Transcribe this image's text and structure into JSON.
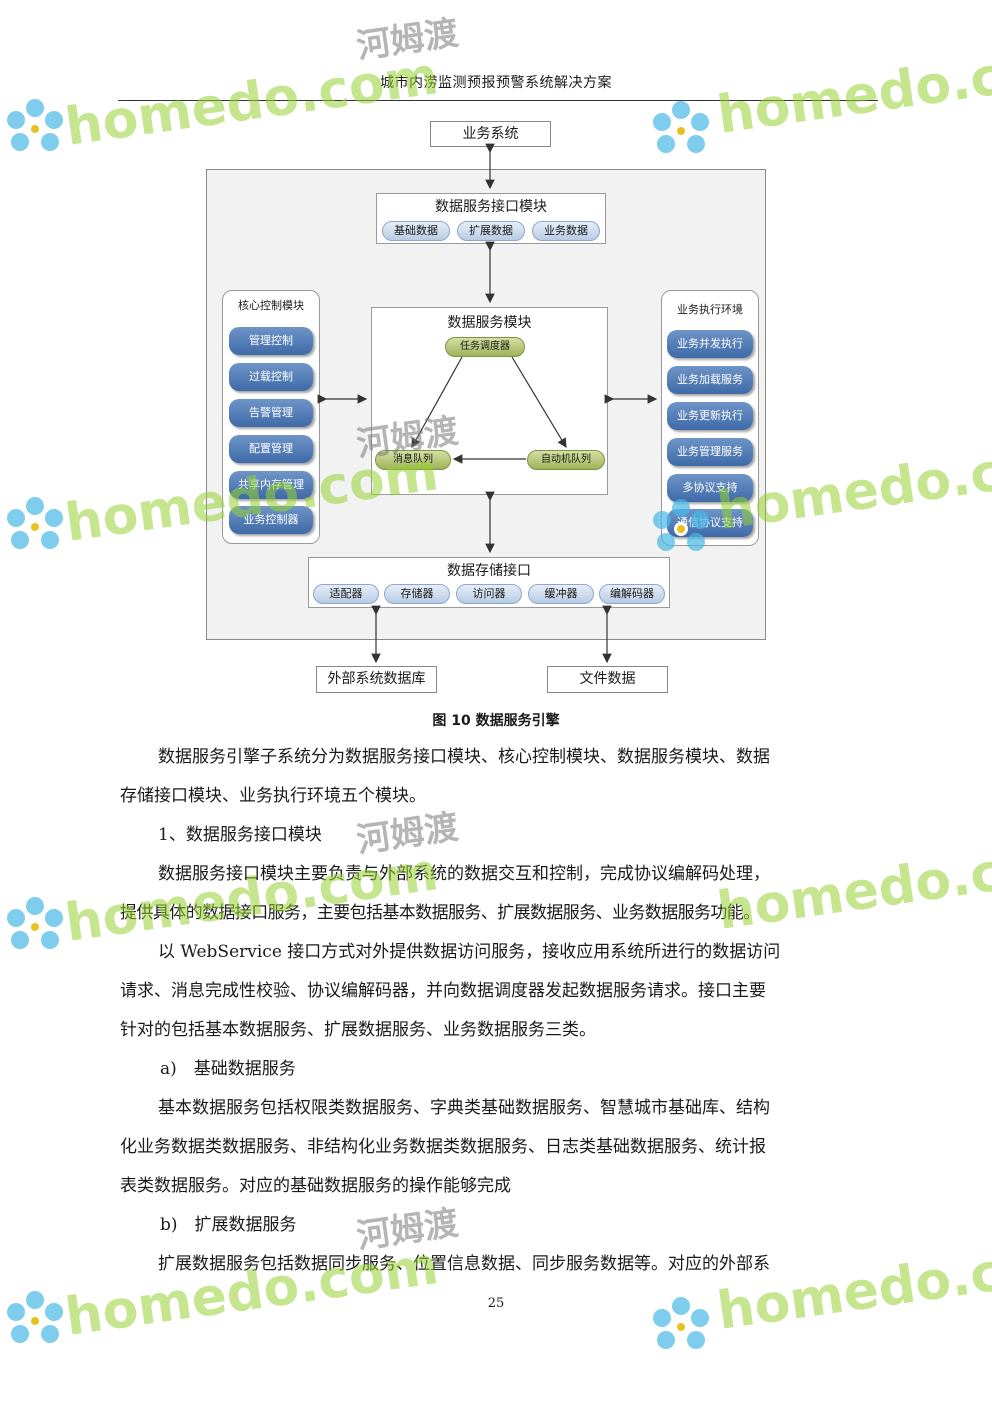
{
  "header": {
    "title": "城市内涝监测预报预警系统解决方案"
  },
  "diagram": {
    "top_box": "业务系统",
    "interface_module": {
      "title": "数据服务接口模块",
      "items": [
        "基础数据",
        "扩展数据",
        "业务数据"
      ]
    },
    "core_control": {
      "title": "核心控制模块",
      "items": [
        "管理控制",
        "过载控制",
        "告警管理",
        "配置管理",
        "共享内存管理",
        "业务控制器"
      ]
    },
    "data_service": {
      "title": "数据服务模块",
      "nodes": [
        "任务调度器",
        "消息队列",
        "自动机队列"
      ]
    },
    "exec_env": {
      "title": "业务执行环境",
      "items": [
        "业务并发执行",
        "业务加载服务",
        "业务更新执行",
        "业务管理服务",
        "多协议支持",
        "通信协议支持"
      ]
    },
    "storage_interface": {
      "title": "数据存储接口",
      "items": [
        "适配器",
        "存储器",
        "访问器",
        "缓冲器",
        "编解码器"
      ]
    },
    "bottom_left": "外部系统数据库",
    "bottom_right": "文件数据"
  },
  "caption": "图 10 数据服务引擎",
  "body": {
    "p1_l1": "数据服务引擎子系统分为数据服务接口模块、核心控制模块、数据服务模块、数据",
    "p1_l2": "存储接口模块、业务执行环境五个模块。",
    "h1": "1、数据服务接口模块",
    "p2_l1": "数据服务接口模块主要负责与外部系统的数据交互和控制，完成协议编解码处理，",
    "p2_l2": "提供具体的数据接口服务，主要包括基本数据服务、扩展数据服务、业务数据服务功能。",
    "p3_l1": "以 WebService 接口方式对外提供数据访问服务，接收应用系统所进行的数据访问",
    "p3_l2": "请求、消息完成性校验、协议编解码器，并向数据调度器发起数据服务请求。接口主要",
    "p3_l3": "针对的包括基本数据服务、扩展数据服务、业务数据服务三类。",
    "ha": "a)　基础数据服务",
    "p4_l1": "基本数据服务包括权限类数据服务、字典类基础数据服务、智慧城市基础库、结构",
    "p4_l2": "化业务数据类数据服务、非结构化业务数据类数据服务、日志类基础数据服务、统计报",
    "p4_l3": "表类数据服务。对应的基础数据服务的操作能够完成",
    "hb": "b)　扩展数据服务",
    "p5_l1": "扩展数据服务包括数据同步服务、位置信息数据、同步服务数据等。对应的外部系"
  },
  "page_number": "25",
  "watermark": {
    "brand": "homedo.com",
    "cn": "河姆渡"
  }
}
